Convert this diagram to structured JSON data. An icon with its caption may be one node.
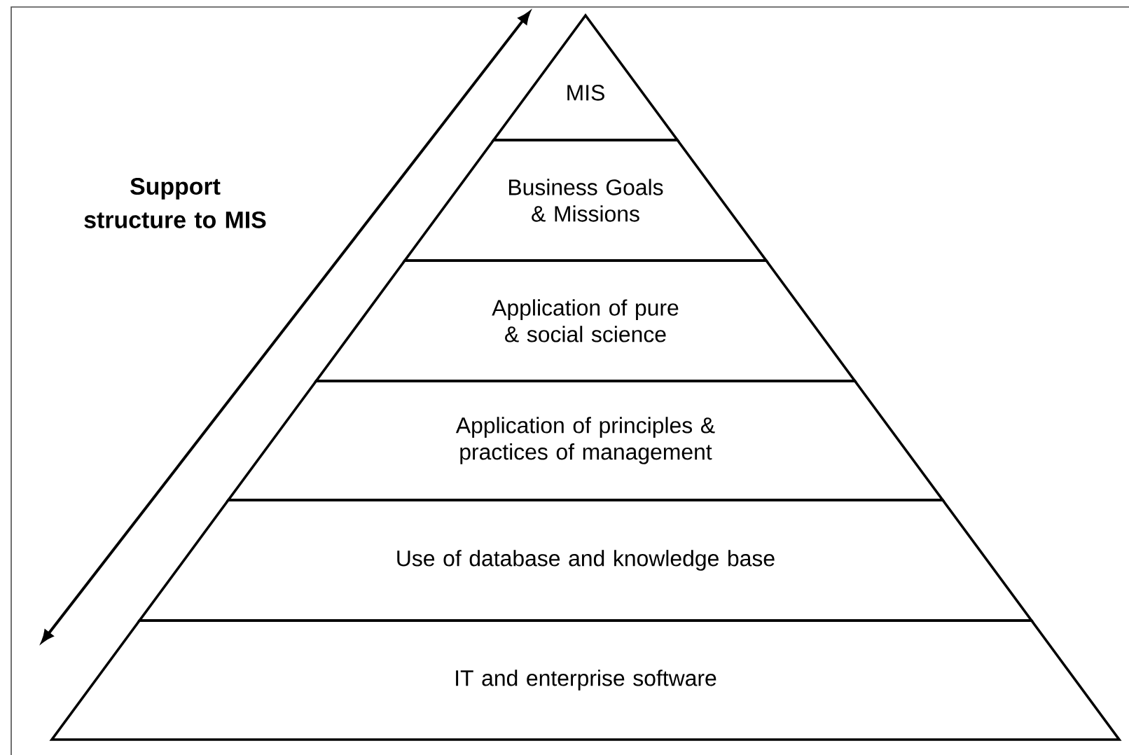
{
  "diagram": {
    "nodes": [
      {
        "text": [
          "MIS"
        ]
      },
      {
        "text": [
          "Business Goals & Missions"
        ]
      },
      {
        "text": [
          "Application of pure & social science"
        ]
      },
      {
        "text": [
          "Application of principles & practices of management"
        ]
      },
      {
        "text": [
          "Use of database and knowledge base"
        ]
      },
      {
        "text": [
          "IT and enterprise software"
        ]
      }
    ],
    "edges": [],
    "labels": [
      "Support structure to MIS"
    ]
  }
}
